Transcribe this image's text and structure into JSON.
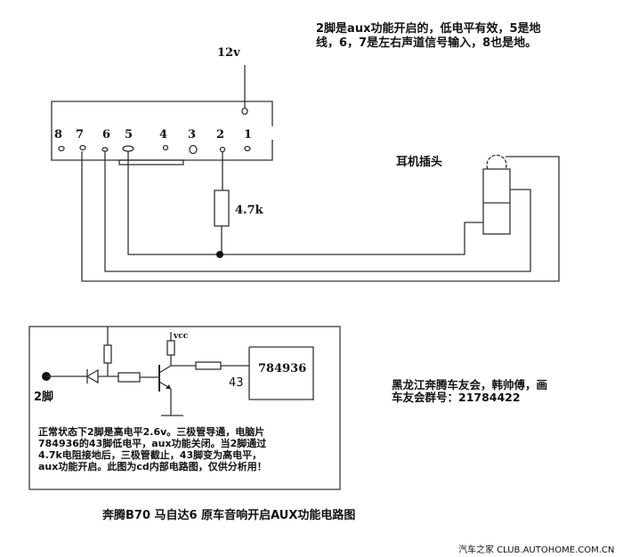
{
  "top_note": [
    "2脚是aux功能开启的，低电平有效，5是地",
    "线，6，7是左右声道信号输入，8也是地。"
  ],
  "connector": {
    "supply_label": "12v",
    "pins": [
      "8",
      "7",
      "6",
      "5",
      "4",
      "3",
      "2",
      "1"
    ],
    "resistor_label": "4.7k",
    "headphone_label": "耳机插头"
  },
  "inner_circuit": {
    "vcc_label": "vcc",
    "chip_label": "784936",
    "chip_pin": "43",
    "input_label": "2脚",
    "explanation": [
      "正常状态下2脚是高电平2.6v。三极管导通，电脑片",
      "784936的43脚低电平，aux功能关闭。当2脚通过",
      "4.7k电阻接地后，三极管截止，43脚变为高电平，",
      "aux功能开启。此图为cd内部电路图，仅供分析用！"
    ]
  },
  "credit": {
    "lines": [
      "黑龙江奔腾车友会，韩帅傅，画",
      "车友会群号：21784422"
    ],
    "color": "#e010e0"
  },
  "caption": "奔腾B70 马自达6 原车音响开启AUX功能电路图",
  "watermark": "汽车之家 CLUB.AUTOHOME.COM.CN"
}
